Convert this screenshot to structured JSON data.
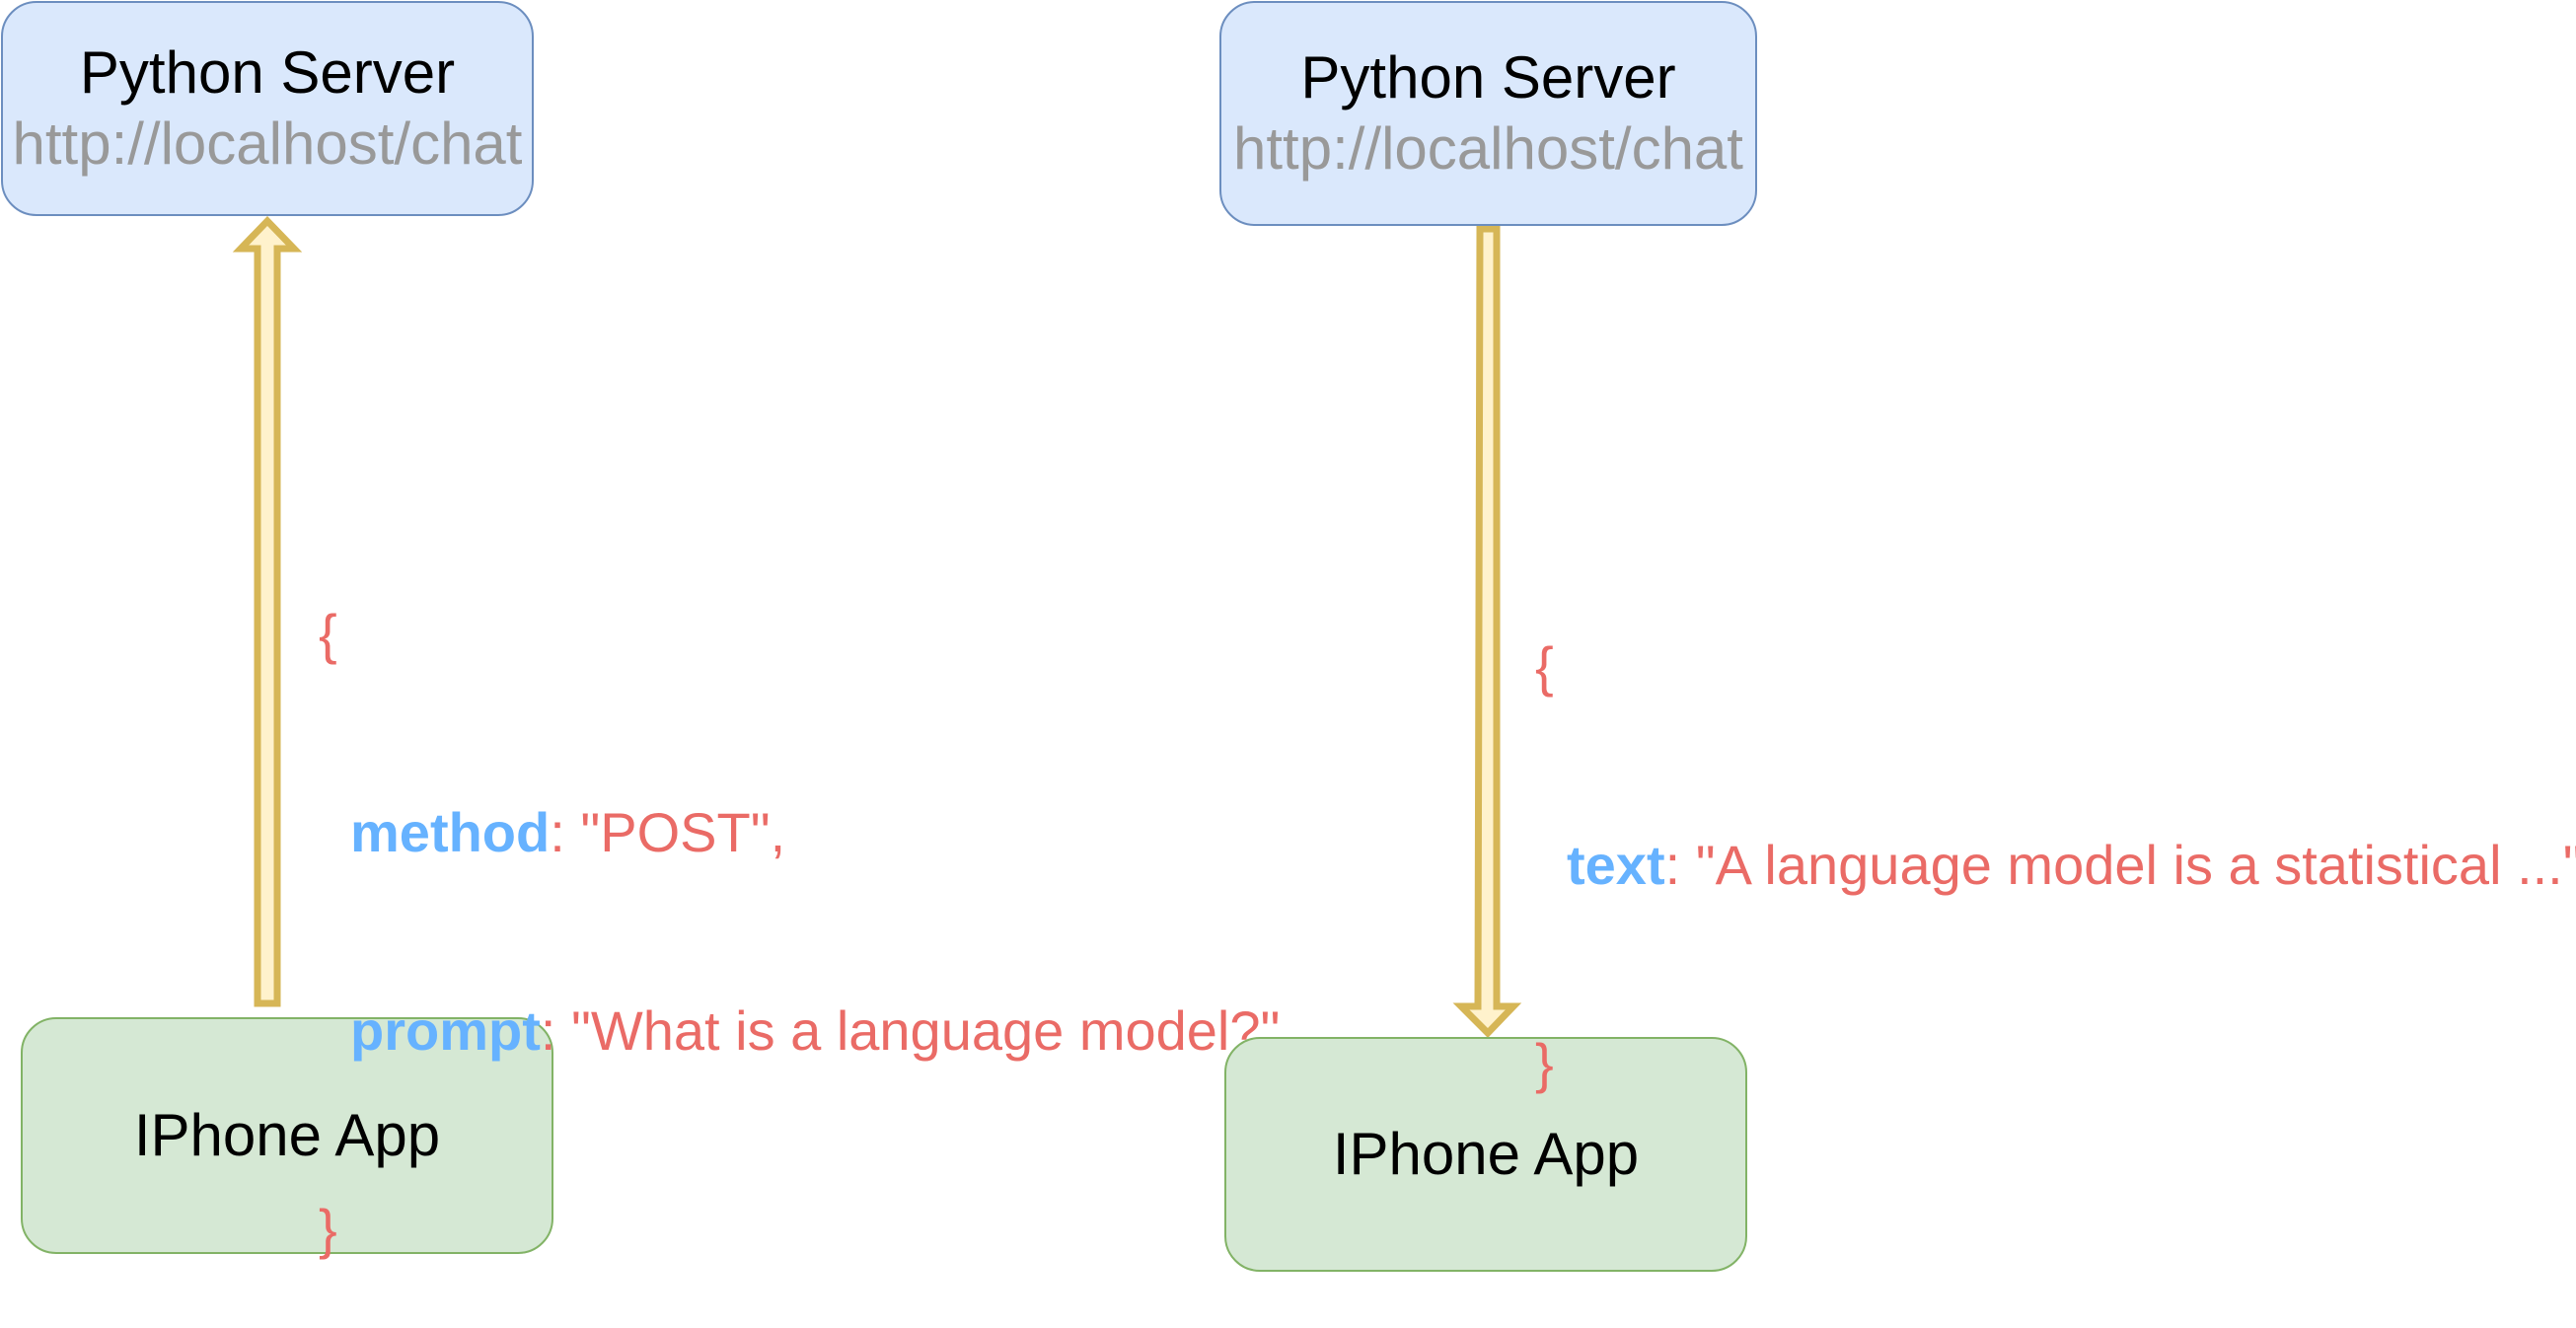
{
  "diagrams": [
    {
      "server": {
        "title": "Python Server",
        "url": "http://localhost/chat"
      },
      "client": {
        "title": "IPhone App"
      },
      "direction": "client-to-server",
      "payload": {
        "open_brace": "{",
        "close_brace": "}",
        "fields": [
          {
            "key": "method",
            "sep": ": ",
            "value": "\"POST\","
          },
          {
            "key": "prompt",
            "sep": ": ",
            "value": "\"What is a language model?\""
          }
        ]
      }
    },
    {
      "server": {
        "title": "Python Server",
        "url": "http://localhost/chat"
      },
      "client": {
        "title": "IPhone App"
      },
      "direction": "server-to-client",
      "payload": {
        "open_brace": "{",
        "close_brace": "}",
        "fields": [
          {
            "key": "text",
            "sep": ": ",
            "value": "\"A language model is a statistical ...\""
          }
        ]
      }
    }
  ],
  "colors": {
    "server_fill": "#dae8fc",
    "server_stroke": "#6c8ebf",
    "app_fill": "#d5e8d4",
    "app_stroke": "#82b366",
    "arrow_fill": "#fff2cc",
    "arrow_stroke": "#d6b656",
    "payload_text": "#ea6b66",
    "payload_key": "#66b2ff",
    "url_text": "#999999"
  }
}
